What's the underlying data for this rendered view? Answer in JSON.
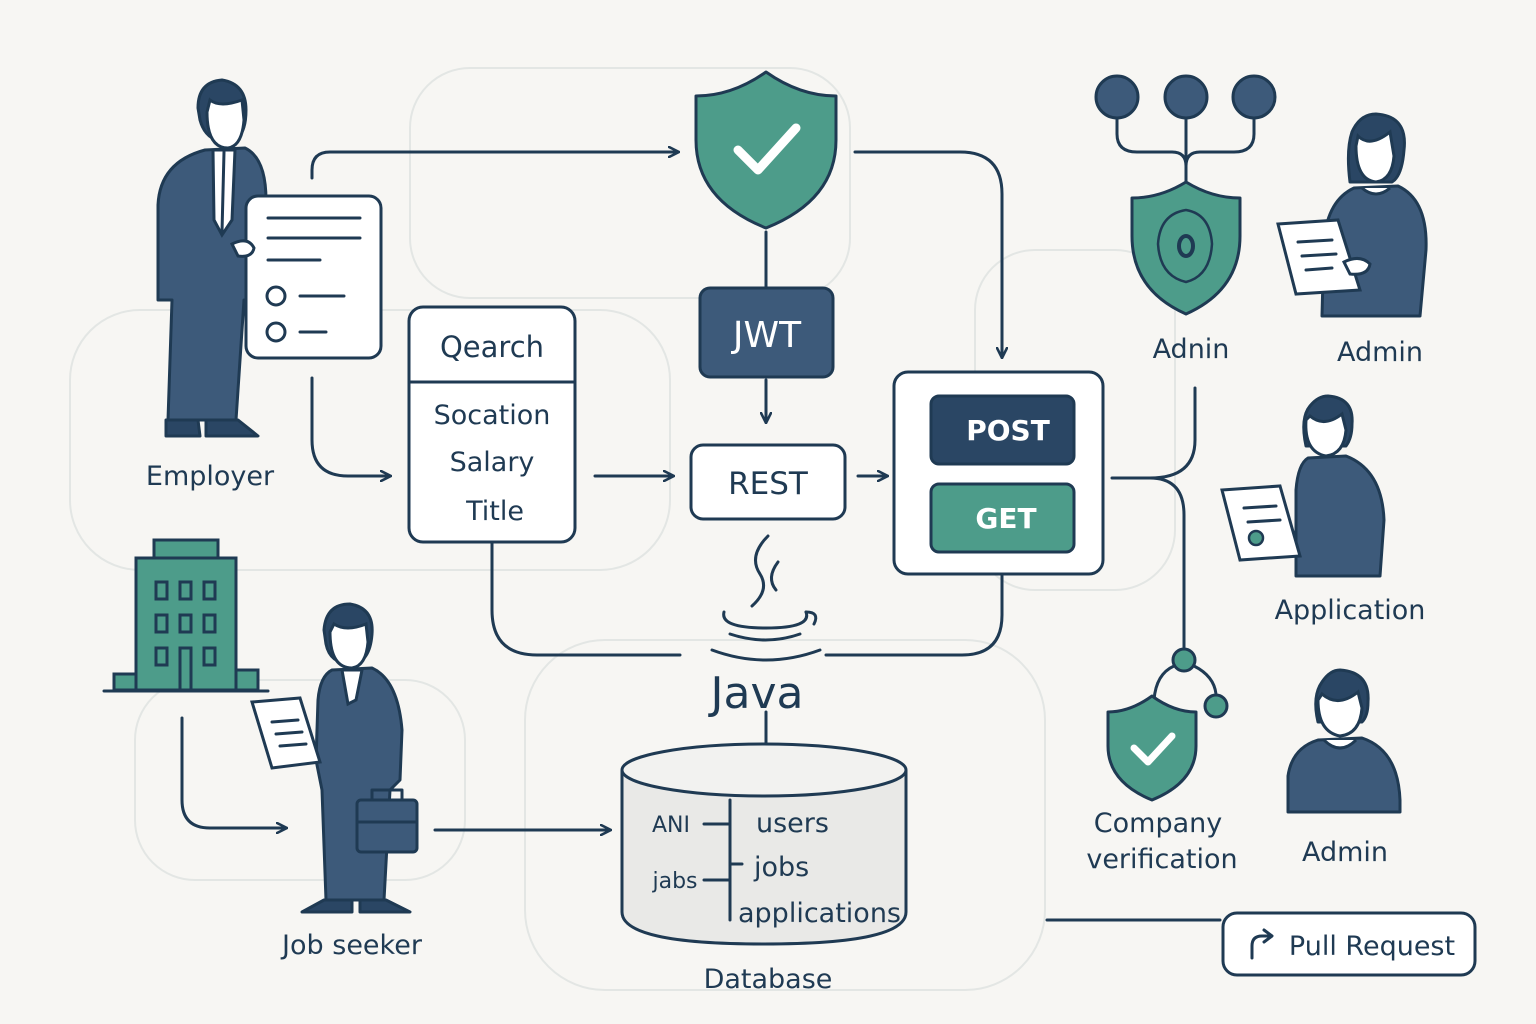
{
  "colors": {
    "navy": "#3d5a7a",
    "teal": "#4d9c8a",
    "ink": "#1f3a53",
    "background": "#f7f6f3"
  },
  "actors": {
    "employer": "Employer",
    "job_seeker": "Job seeker",
    "admin_shield_label": "Adnin",
    "admin_top": "Admin",
    "application": "Application",
    "admin_bottom": "Admin",
    "company_verification_line1": "Company",
    "company_verification_line2": "verification"
  },
  "search_panel": {
    "header": "Qearch",
    "fields": [
      "Socation",
      "Salary",
      "Title"
    ]
  },
  "security": {
    "shield_icon": "check-shield-icon",
    "jwt_label": "JWT"
  },
  "rest_label": "REST",
  "methods": {
    "post": "POST",
    "get": "GET"
  },
  "java_label": "Java",
  "database": {
    "label": "Database",
    "left_labels": [
      "ANI",
      "jabs"
    ],
    "tables": [
      "users",
      "jobs",
      "applications"
    ]
  },
  "pull_request": {
    "label": "Pull Request",
    "icon": "branch-arrow-icon"
  }
}
